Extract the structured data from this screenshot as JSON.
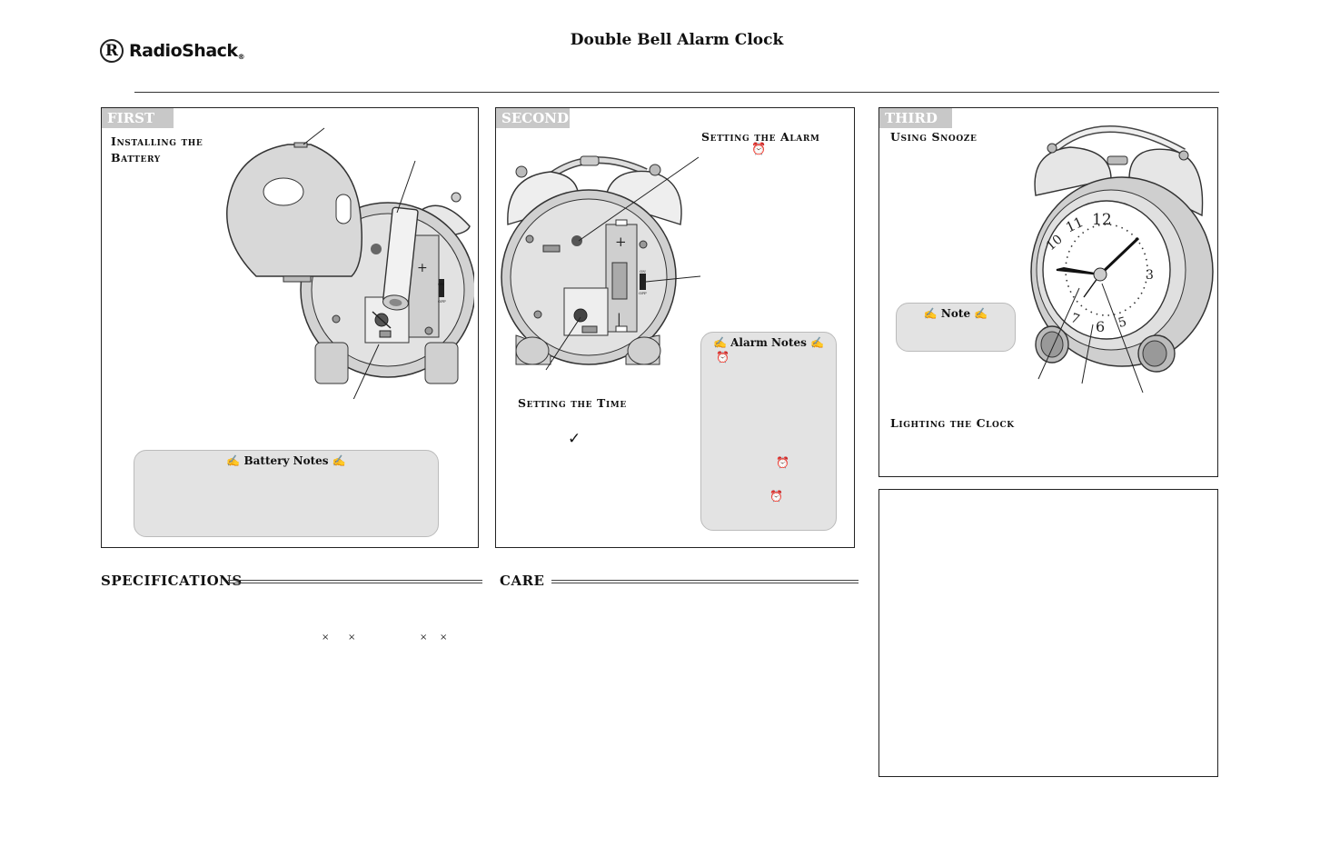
{
  "header": {
    "logo_mark": "R",
    "logo_text": "RadioShack",
    "logo_reg": "®",
    "title": "Double Bell Alarm Clock"
  },
  "panels": {
    "first": {
      "tag": "FIRST",
      "heading_line1": "Installing the",
      "heading_line2": "Battery",
      "note_title": "Battery Notes"
    },
    "second": {
      "tag": "SECOND",
      "alarm_heading": "Setting the Alarm",
      "time_heading": "Setting the Time",
      "check_mark": "✓",
      "note_title": "Alarm Notes",
      "switch_on": "ON",
      "switch_off": "OFF"
    },
    "third": {
      "tag": "THIRD",
      "snooze_heading": "Using Snooze",
      "note_title": "Note",
      "lighting_heading": "Lighting the Clock"
    }
  },
  "sections": {
    "specifications": "SPECIFICATIONS",
    "care": "CARE",
    "dimension_marks": [
      "×",
      "×",
      "×",
      "×"
    ]
  },
  "icon_names": [
    "note-pencil-icon",
    "alarm-bell-icon",
    "checkmark-icon"
  ]
}
